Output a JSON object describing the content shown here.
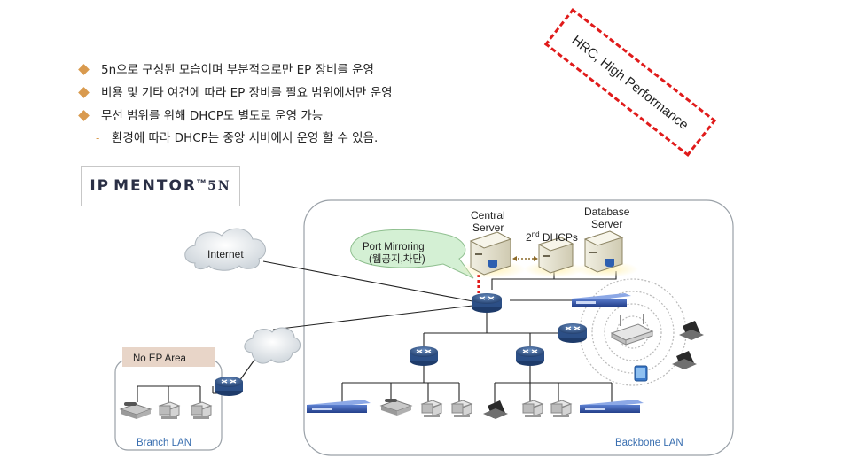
{
  "bullets": [
    "5n으로 구성된 모습이며 부분적으로만 EP 장비를 운영",
    "비용 및 기타 여건에 따라 EP 장비를 필요 범위에서만 운영",
    "무선 범위를 위해 DHCP도 별도로 운영 가능"
  ],
  "sub_bullet": "환경에 따라 DHCP는 중앙 서버에서 운영 할 수 있음.",
  "sub_bullet_marker": "-",
  "callout_tag": "HRC, High Performance",
  "logo": {
    "text_a": "IP",
    "text_b": "MENTOR",
    "tm": "TM",
    "text_c": "5N"
  },
  "diagram": {
    "internet": "Internet",
    "port_mirroring_1": "Port Mirroring",
    "port_mirroring_2": "(웹공지,차단)",
    "central_server_1": "Central",
    "central_server_2": "Server",
    "dhcps_prefix": "2",
    "dhcps_sup": "nd",
    "dhcps_suffix": " DHCPs",
    "database_server_1": "Database",
    "database_server_2": "Server",
    "no_ep_area": "No EP Area",
    "branch_lan": "Branch LAN",
    "backbone_lan": "Backbone LAN",
    "colors": {
      "accent": "#d99a4e",
      "dashed_red": "#e01b1b",
      "lan_label": "#3a6fb0",
      "callout": "#d4f0d4"
    }
  }
}
